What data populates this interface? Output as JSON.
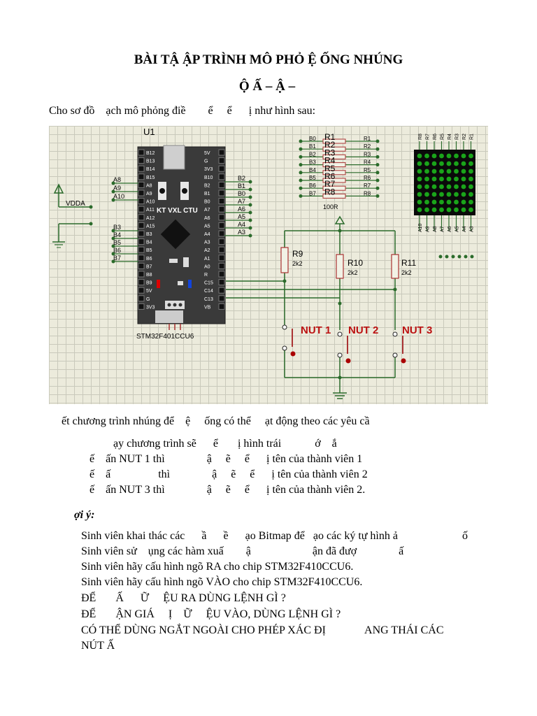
{
  "doc": {
    "title_line1": "BÀI TẬ     ẬP TRÌNH MÔ PHỎ          Ệ      ỐNG NHÚNG",
    "title_line2": "Ộ                  Ấ   –      Ậ   –",
    "intro": "Cho sơ đồ    ạch mô phỏng điề        ể     ể      ị như hình sau:",
    "task": "ết chương trình nhúng để    ệ     ống có thể     ạt động theo các yêu cầ",
    "req1": "ạy chương trình sẽ      ể       ị hình trái            ớ    ắ",
    "req2": "ế    ấn NUT 1 thì               ậ     ẽ     ể      ị tên của thành viên 1",
    "req3": "ế    ấ                 thì               ậ     ẽ     ể      ị tên của thành viên 2",
    "req4": "ế    ấn NUT 3 thì               ậ     ẽ     ể      ị tên của thành viên 2.",
    "hint_heading": "ợi ý:",
    "hint1": "Sinh viên khai thác các      ầ      ề      ạo Bitmap để   ạo các ký tự hình ả                       ố",
    "hint2": "Sinh viên sử    ụng các hàm xuấ        ậ                      ận đã đượ               ấ",
    "hint3": "Sinh viên hãy cấu hình ngõ RA cho chip STM32F410CCU6.",
    "hint4": "Sinh viên hãy cấu hình ngõ VÀO cho chip STM32F410CCU6.",
    "hint5": "ĐỂ       Ấ      Ữ     ỆU RA DÙNG LỆNH GÌ ?",
    "hint6": "ĐỂ       ẬN GIÁ     Ị    Ữ     ỆU VÀO, DÙNG LỆNH GÌ ?",
    "hint7": "CÓ THỂ DÙNG NGẮT NGOÀI CHO PHÉP XÁC ĐỊ              ANG THÁI CÁC",
    "hint8": "NÚT Ấ"
  },
  "schematic": {
    "u1_label": "U1",
    "board_name": "KT VXL CTU",
    "chip_label": "STM32F401CCU6",
    "vdda_label": "VDDA",
    "resistor_value": "100R",
    "r9": "R9",
    "r10": "R10",
    "r11": "R11",
    "r_value": "2k2",
    "btn1": "NUT 1",
    "btn2": "NUT 2",
    "btn3": "NUT 3",
    "left_header_pins": [
      "B12",
      "B13",
      "B14",
      "B15",
      "A8",
      "A9",
      "A10",
      "A11",
      "A12",
      "A15",
      "B3",
      "B4",
      "B5",
      "B6",
      "B7",
      "B8",
      "B9",
      "5V",
      "G",
      "3V3"
    ],
    "right_header_pins": [
      "5V",
      "G",
      "3V3",
      "B10",
      "B2",
      "B1",
      "B0",
      "A7",
      "A6",
      "A5",
      "A4",
      "A3",
      "A2",
      "A1",
      "A0",
      "R",
      "C15",
      "C14",
      "C13",
      "VB"
    ],
    "left_net_labels": [
      "A8",
      "A9",
      "A10",
      "B3",
      "B4",
      "B5",
      "B6",
      "B7"
    ],
    "right_net_labels": [
      "B2",
      "B1",
      "B0",
      "A7",
      "A6",
      "A5",
      "A4",
      "A3"
    ],
    "rn_left": [
      "B0",
      "B1",
      "B2",
      "B3",
      "B4",
      "B5",
      "B6",
      "B7"
    ],
    "rn_res": [
      "R1",
      "R2",
      "R3",
      "R4",
      "R5",
      "R6",
      "R7",
      "R8"
    ],
    "rn_right": [
      "R1",
      "R2",
      "R3",
      "R4",
      "R5",
      "R6",
      "R7",
      "R8"
    ],
    "matrix_top": [
      "R8",
      "R7",
      "R6",
      "R5",
      "R4",
      "R3",
      "R2",
      "R1"
    ],
    "matrix_bottom": [
      "A10",
      "A9",
      "A8",
      "A7",
      "A6",
      "A5",
      "A4",
      "A3"
    ]
  }
}
